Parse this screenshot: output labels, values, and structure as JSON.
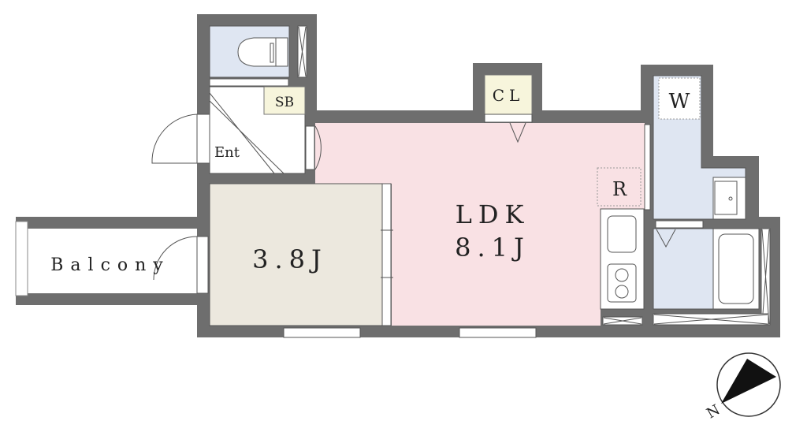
{
  "rooms": {
    "ldk": {
      "name": "LDK",
      "size": "8.1J",
      "color": "#f9e1e4"
    },
    "western": {
      "size": "3.8J",
      "color": "#ece8de"
    },
    "entrance": {
      "name": "Ent"
    },
    "shoe_box": {
      "name": "SB",
      "color": "#f7f5dc"
    },
    "closet": {
      "name": "CL",
      "color": "#f7f5dc"
    },
    "washer": {
      "name": "W"
    },
    "fridge": {
      "name": "R"
    },
    "balcony": {
      "name": "Balcony"
    }
  },
  "compass": {
    "label": "N"
  },
  "colors": {
    "wall": "#6e6e6e",
    "wet_area": "#dfe6f2"
  }
}
